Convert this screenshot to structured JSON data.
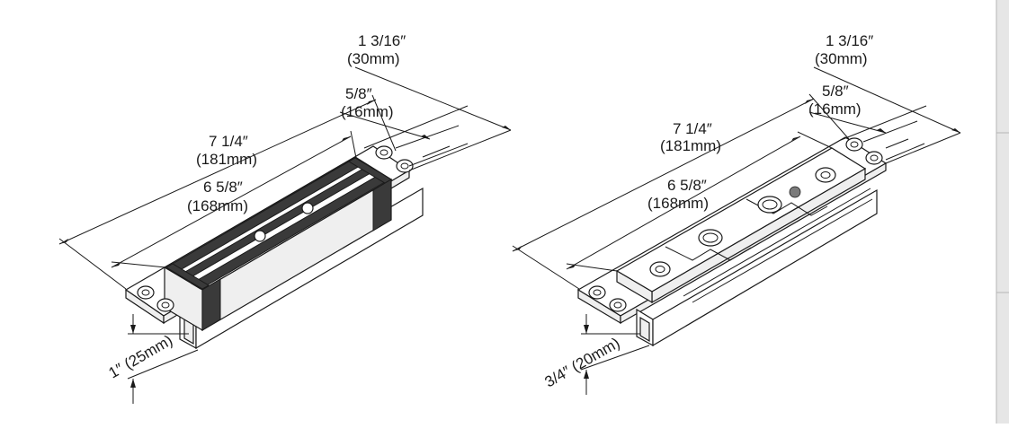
{
  "left_drawing": {
    "length_overall": {
      "imperial": "7 1/4″",
      "metric": "(181mm)"
    },
    "length_inner": {
      "imperial": "6 5/8″",
      "metric": "(168mm)"
    },
    "width_overall": {
      "imperial": "1 3/16″",
      "metric": "(30mm)"
    },
    "width_inner": {
      "imperial": "5/8″",
      "metric": "(16mm)"
    },
    "height": {
      "label": "1″ (25mm)"
    }
  },
  "right_drawing": {
    "length_overall": {
      "imperial": "7 1/4″",
      "metric": "(181mm)"
    },
    "length_inner": {
      "imperial": "6 5/8″",
      "metric": "(168mm)"
    },
    "width_overall": {
      "imperial": "1 3/16″",
      "metric": "(30mm)"
    },
    "width_inner": {
      "imperial": "5/8″",
      "metric": "(16mm)"
    },
    "height": {
      "label": "3/4″ (20mm)"
    }
  },
  "colors": {
    "line": "#1a1a1a",
    "coil_band": "#3a3a3a",
    "sidebar": "#e6e6e6"
  }
}
